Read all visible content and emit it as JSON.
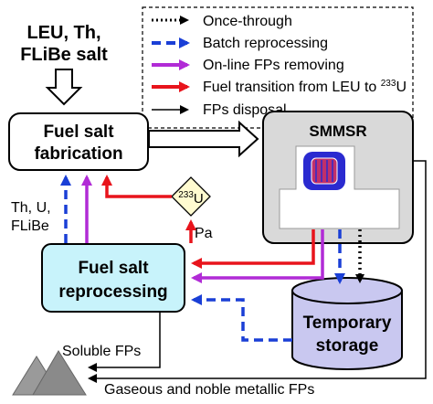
{
  "inputs_label": {
    "line1": "LEU, Th,",
    "line2": "FLiBe salt"
  },
  "legend": {
    "items": [
      {
        "label": "Once-through",
        "style": "dotted",
        "color": "#000000"
      },
      {
        "label": "Batch reprocessing",
        "style": "dashed",
        "color": "#1a3fd6"
      },
      {
        "label": "On-line FPs removing",
        "style": "solid",
        "color": "#b12bd6"
      },
      {
        "label_main": "Fuel transition from LEU to ",
        "label_sup": "233",
        "label_end": "U",
        "style": "solid",
        "color": "#e8141c"
      },
      {
        "label": "FPs disposal",
        "style": "thin",
        "color": "#000000"
      }
    ]
  },
  "nodes": {
    "fabrication": {
      "line1": "Fuel salt",
      "line2": "fabrication"
    },
    "reactor": {
      "label": "SMMSR"
    },
    "u233": {
      "sup": "233",
      "label": "U"
    },
    "reprocessing": {
      "line1": "Fuel salt",
      "line2": "reprocessing"
    },
    "storage": {
      "line1": "Temporary",
      "line2": "storage"
    }
  },
  "labels": {
    "th_u_flibe": {
      "line1": "Th, U,",
      "line2": "FLiBe"
    },
    "pa": "Pa",
    "soluble_fps": "Soluble FPs",
    "gaseous_fps": "Gaseous and noble metallic FPs"
  },
  "colors": {
    "reprocessing_fill": "#c8f3fb",
    "storage_fill": "#c9c8f0",
    "reactor_fill": "#d9d9d9",
    "u233_fill": "#fffbd0",
    "core_fill": "#2a2ad0",
    "core_inner": "#c0306a"
  },
  "icons": [
    "hollow-down-arrow-icon",
    "hollow-right-arrow-icon",
    "mountain-disposal-icon",
    "reactor-core-icon"
  ]
}
